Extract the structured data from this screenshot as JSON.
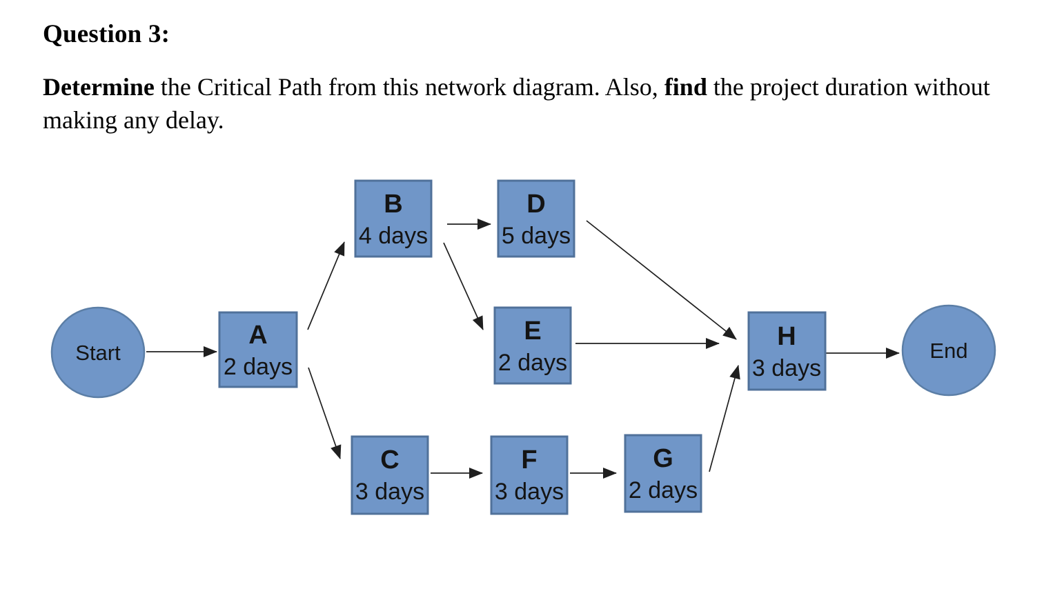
{
  "question": {
    "heading": "Question 3:",
    "line1": {
      "bold1": "Determine",
      "text1": " the Critical Path from this network diagram. Also, ",
      "bold2": "find",
      "text2": " the project duration without"
    },
    "line2": "making any delay."
  },
  "diagram": {
    "colors": {
      "node_fill": "#7096C8",
      "rect_border": "#50719A",
      "circle_border": "#5B7EA6",
      "arrow": "#1f1f1f"
    },
    "start_label": "Start",
    "end_label": "End",
    "activities": {
      "A": {
        "name": "A",
        "duration": "2 days"
      },
      "B": {
        "name": "B",
        "duration": "4 days"
      },
      "C": {
        "name": "C",
        "duration": "3 days"
      },
      "D": {
        "name": "D",
        "duration": "5 days"
      },
      "E": {
        "name": "E",
        "duration": "2 days"
      },
      "F": {
        "name": "F",
        "duration": "3 days"
      },
      "G": {
        "name": "G",
        "duration": "2 days"
      },
      "H": {
        "name": "H",
        "duration": "3 days"
      }
    },
    "edges": [
      {
        "from": "Start",
        "to": "A"
      },
      {
        "from": "A",
        "to": "B"
      },
      {
        "from": "A",
        "to": "C"
      },
      {
        "from": "B",
        "to": "D"
      },
      {
        "from": "B",
        "to": "E"
      },
      {
        "from": "C",
        "to": "F"
      },
      {
        "from": "F",
        "to": "G"
      },
      {
        "from": "D",
        "to": "H"
      },
      {
        "from": "E",
        "to": "H"
      },
      {
        "from": "G",
        "to": "H"
      },
      {
        "from": "H",
        "to": "End"
      }
    ]
  }
}
